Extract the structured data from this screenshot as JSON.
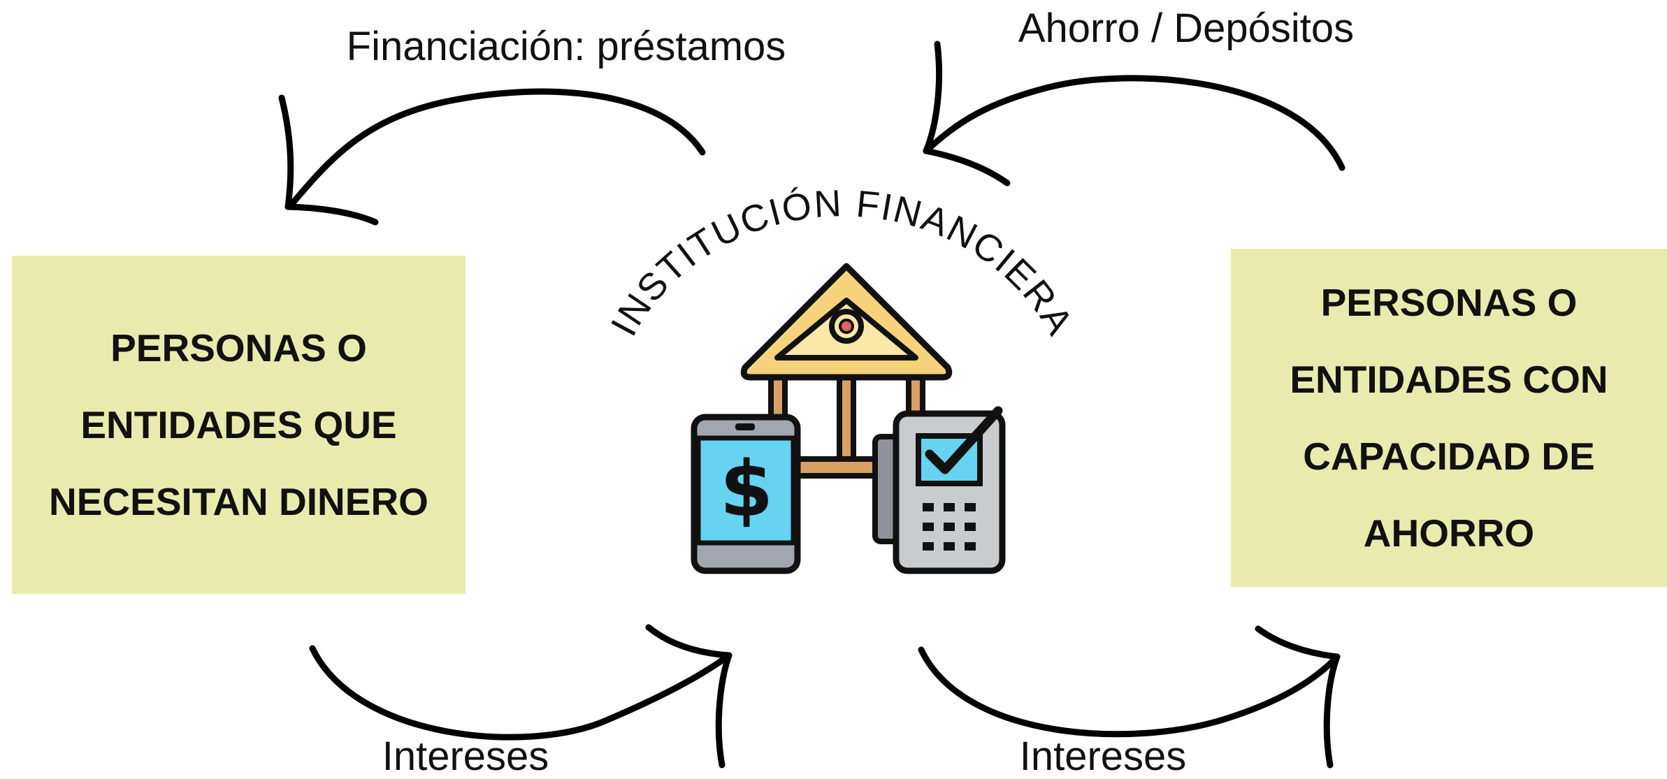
{
  "diagram": {
    "center_title": "INSTITUCIÓN FINANCIERA",
    "left_box": {
      "lines": [
        "PERSONAS O",
        "ENTIDADES QUE",
        "NECESITAN DINERO"
      ]
    },
    "right_box": {
      "lines": [
        "PERSONAS O",
        "ENTIDADES CON",
        "CAPACIDAD DE",
        "AHORRO"
      ]
    },
    "flows": {
      "financing": "Financiación: préstamos",
      "savings": "Ahorro / Depósitos",
      "interest_left": "Intereses",
      "interest_right": "Intereses"
    },
    "icons": [
      "bank-icon",
      "phone-dollar-icon",
      "card-terminal-icon",
      "checkmark-icon"
    ],
    "colors": {
      "box_fill": "#e8ebad",
      "roof": "#f6d27a",
      "columns": "#d9a066",
      "screen": "#66d3f0",
      "device_gray": "#a2a6ae",
      "terminal_body": "#c9cccf",
      "eye_dot": "#e0665c"
    }
  }
}
